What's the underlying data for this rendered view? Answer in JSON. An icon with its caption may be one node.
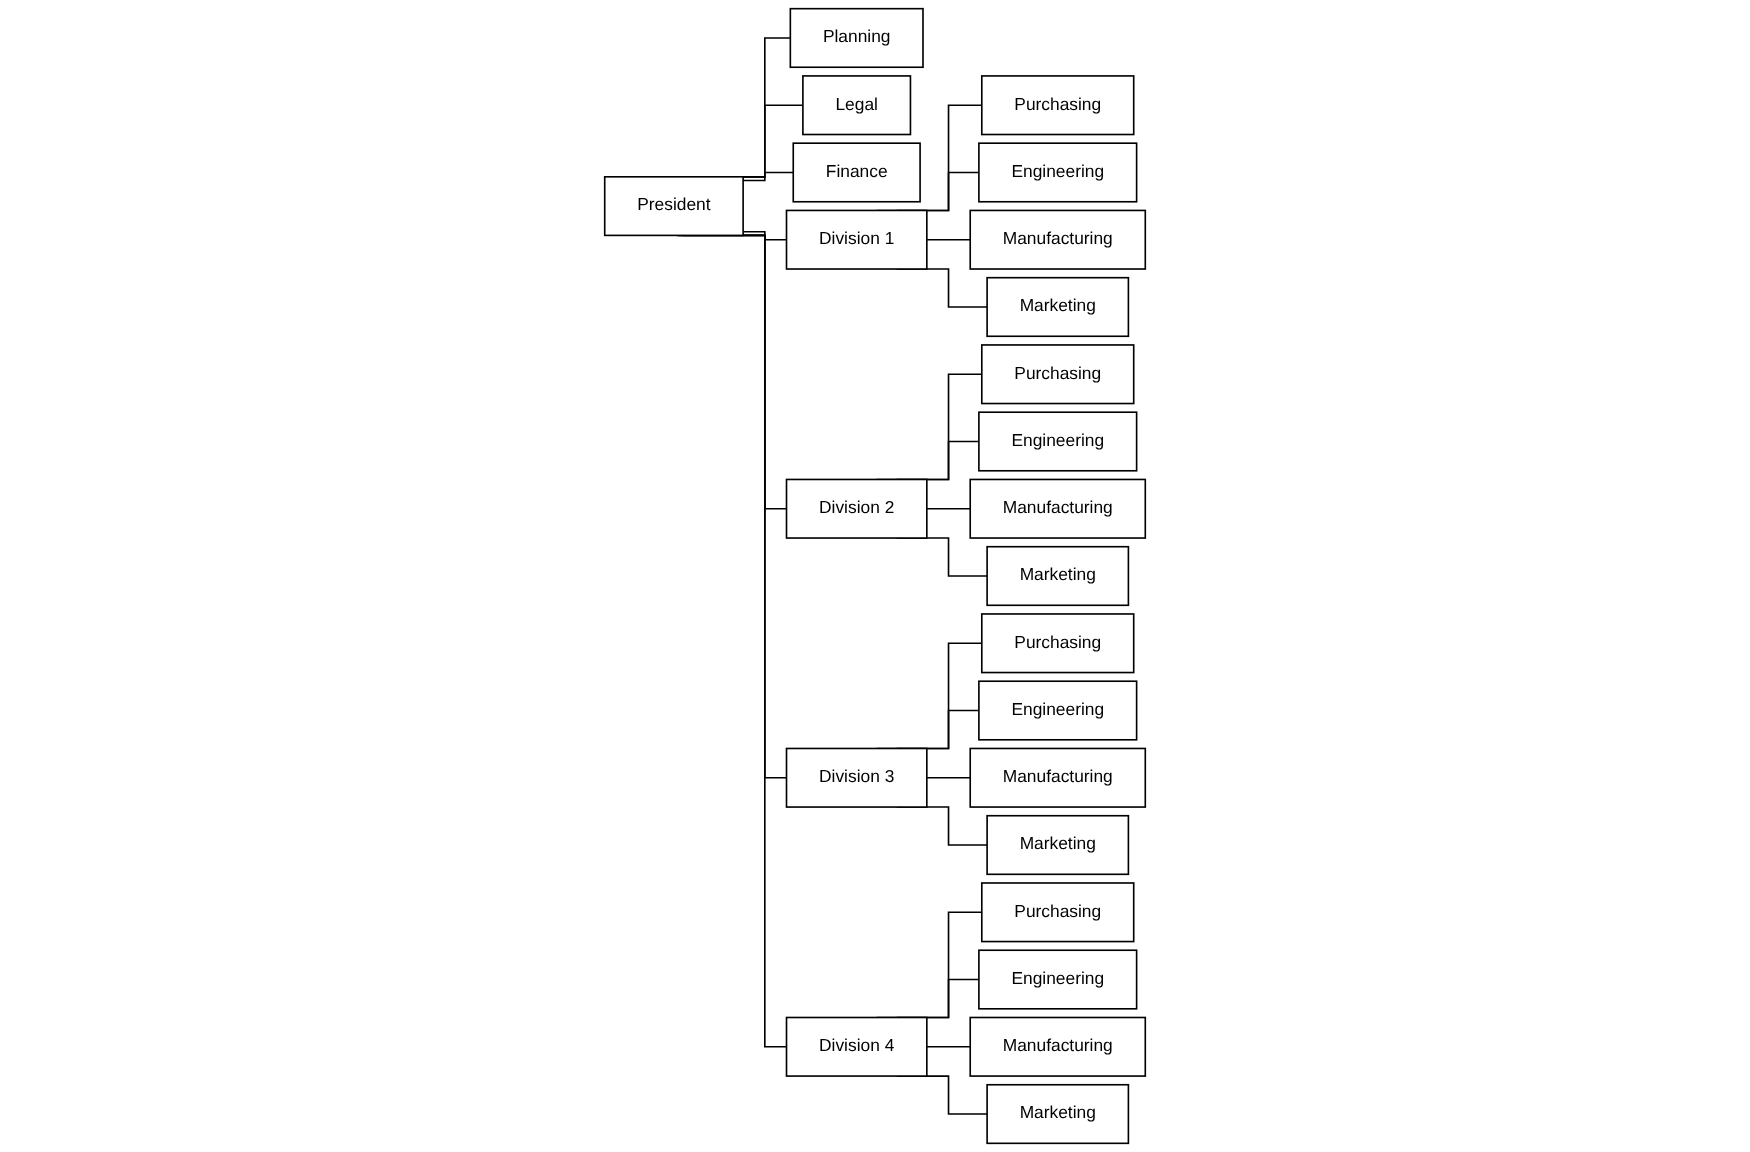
{
  "diagram": {
    "nodes": [
      {
        "text": [
          "President"
        ]
      },
      {
        "text": [
          "Planning"
        ]
      },
      {
        "text": [
          "Legal"
        ]
      },
      {
        "text": [
          "Finance"
        ]
      },
      {
        "text": [
          "Division 1"
        ]
      },
      {
        "text": [
          "Purchasing"
        ]
      },
      {
        "text": [
          "Engineering"
        ]
      },
      {
        "text": [
          "Manufacturing"
        ]
      },
      {
        "text": [
          "Marketing"
        ]
      },
      {
        "text": [
          "Division 2"
        ]
      },
      {
        "text": [
          "Purchasing"
        ]
      },
      {
        "text": [
          "Engineering"
        ]
      },
      {
        "text": [
          "Manufacturing"
        ]
      },
      {
        "text": [
          "Marketing"
        ]
      },
      {
        "text": [
          "Division 3"
        ]
      },
      {
        "text": [
          "Purchasing"
        ]
      },
      {
        "text": [
          "Engineering"
        ]
      },
      {
        "text": [
          "Manufacturing"
        ]
      },
      {
        "text": [
          "Marketing"
        ]
      },
      {
        "text": [
          "Division 4"
        ]
      },
      {
        "text": [
          "Purchasing"
        ]
      },
      {
        "text": [
          "Engineering"
        ]
      },
      {
        "text": [
          "Manufacturing"
        ]
      },
      {
        "text": [
          "Marketing"
        ]
      }
    ],
    "edges": [
      {
        "from": 0,
        "to": 1,
        "arrow": "none"
      },
      {
        "from": 0,
        "to": 2,
        "arrow": "none"
      },
      {
        "from": 0,
        "to": 3,
        "arrow": "none"
      },
      {
        "from": 0,
        "to": 4,
        "arrow": "none"
      },
      {
        "from": 0,
        "to": 9,
        "arrow": "none"
      },
      {
        "from": 0,
        "to": 14,
        "arrow": "none"
      },
      {
        "from": 0,
        "to": 19,
        "arrow": "none"
      },
      {
        "from": 4,
        "to": 5,
        "arrow": "none"
      },
      {
        "from": 4,
        "to": 6,
        "arrow": "none"
      },
      {
        "from": 4,
        "to": 7,
        "arrow": "none"
      },
      {
        "from": 4,
        "to": 8,
        "arrow": "none"
      },
      {
        "from": 9,
        "to": 10,
        "arrow": "none"
      },
      {
        "from": 9,
        "to": 11,
        "arrow": "none"
      },
      {
        "from": 9,
        "to": 12,
        "arrow": "none"
      },
      {
        "from": 9,
        "to": 13,
        "arrow": "none"
      },
      {
        "from": 14,
        "to": 15,
        "arrow": "none"
      },
      {
        "from": 14,
        "to": 16,
        "arrow": "none"
      },
      {
        "from": 14,
        "to": 17,
        "arrow": "none"
      },
      {
        "from": 14,
        "to": 18,
        "arrow": "none"
      },
      {
        "from": 19,
        "to": 20,
        "arrow": "none"
      },
      {
        "from": 19,
        "to": 21,
        "arrow": "none"
      },
      {
        "from": 19,
        "to": 22,
        "arrow": "none"
      },
      {
        "from": 19,
        "to": 23,
        "arrow": "none"
      }
    ]
  }
}
